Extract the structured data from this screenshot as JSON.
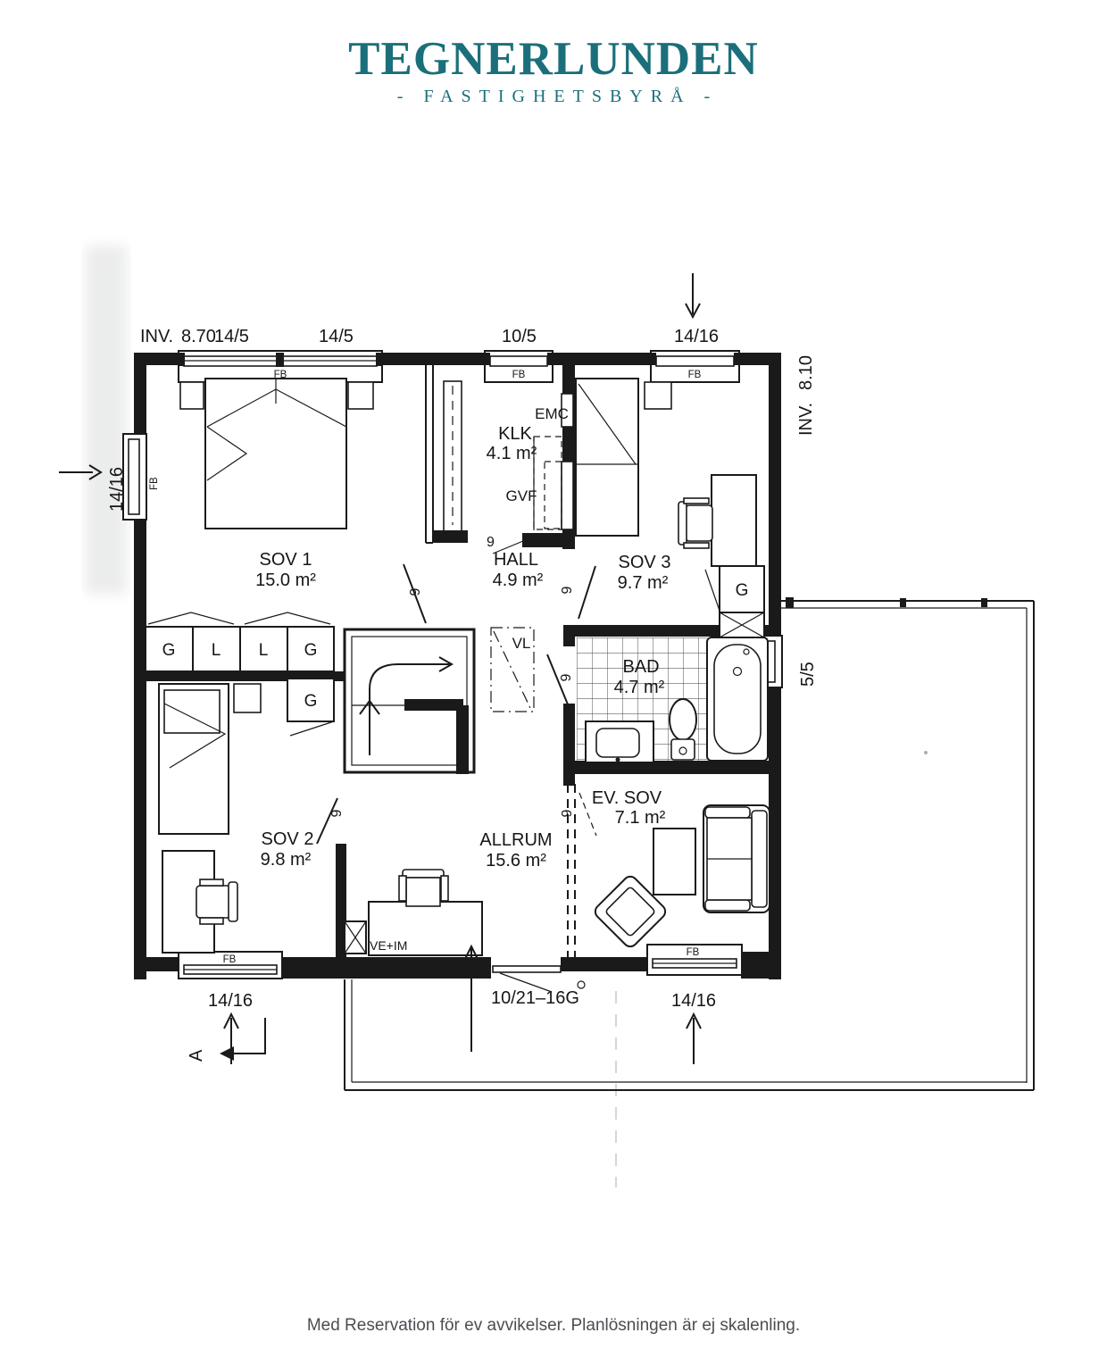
{
  "brand": {
    "name": "TEGNERLUNDEN",
    "tagline": "- FASTIGHETSBYRÅ -"
  },
  "rooms": {
    "sov1": {
      "name": "SOV 1",
      "area": "15.0 m²"
    },
    "hall": {
      "name": "HALL",
      "area": "4.9 m²"
    },
    "klk": {
      "name": "KLK",
      "area": "4.1 m²"
    },
    "sov3": {
      "name": "SOV 3",
      "area": "9.7 m²"
    },
    "bad": {
      "name": "BAD",
      "area": "4.7 m²"
    },
    "sov2": {
      "name": "SOV 2",
      "area": "9.8 m²"
    },
    "allrum": {
      "name": "ALLRUM",
      "area": "15.6 m²"
    },
    "evsov": {
      "name": "EV. SOV",
      "area": "7.1 m²"
    }
  },
  "dims": {
    "inv_label": "INV.",
    "inv_top": "8.70",
    "inv_right": "8.10",
    "top_a": "14/5",
    "top_b": "14/5",
    "top_c": "10/5",
    "top_right": "14/16",
    "left": "14/16",
    "terrace": "5/5",
    "bottom_left": "14/16",
    "bottom_door": "10/21–16G",
    "bottom_right": "14/16",
    "section": "A"
  },
  "labels": {
    "window": "FB",
    "wardrobe": "G",
    "linen": "L",
    "door_width": "9",
    "emc": "EMC",
    "gvf": "GVF",
    "vl": "VL",
    "veim": "VE+IM"
  },
  "footer": {
    "disclaimer": "Med Reservation för ev avvikelser. Planlösningen är ej skalenling."
  }
}
